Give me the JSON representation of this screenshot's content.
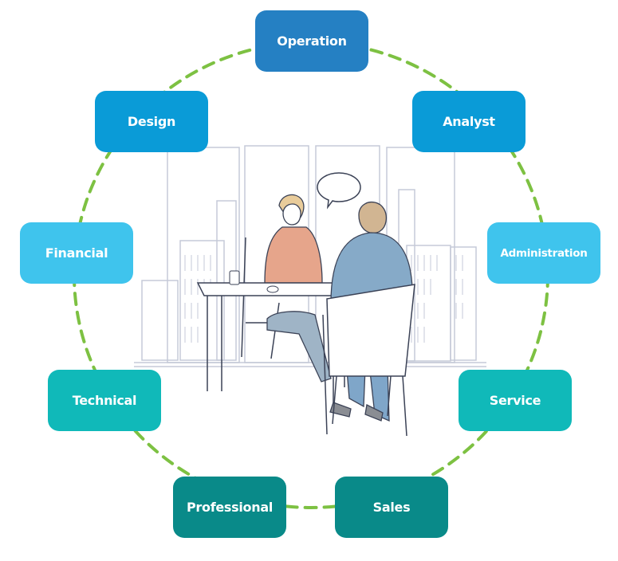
{
  "colors": {
    "ring": "#7dc142",
    "tier1": "#2580c3",
    "tier2": "#0a9bd7",
    "tier3": "#3fc4ed",
    "tier4": "#10b9b9",
    "tier5": "#098a89"
  },
  "nodes": [
    {
      "id": "operation",
      "label": "Operation",
      "tier": "tier1"
    },
    {
      "id": "design",
      "label": "Design",
      "tier": "tier2"
    },
    {
      "id": "analyst",
      "label": "Analyst",
      "tier": "tier2"
    },
    {
      "id": "financial",
      "label": "Financial",
      "tier": "tier3"
    },
    {
      "id": "administration",
      "label": "Administration",
      "tier": "tier3"
    },
    {
      "id": "technical",
      "label": "Technical",
      "tier": "tier4"
    },
    {
      "id": "service",
      "label": "Service",
      "tier": "tier4"
    },
    {
      "id": "professional",
      "label": "Professional",
      "tier": "tier5"
    },
    {
      "id": "sales",
      "label": "Sales",
      "tier": "tier5"
    }
  ],
  "illustration": {
    "subject": "job-interview-icon"
  }
}
